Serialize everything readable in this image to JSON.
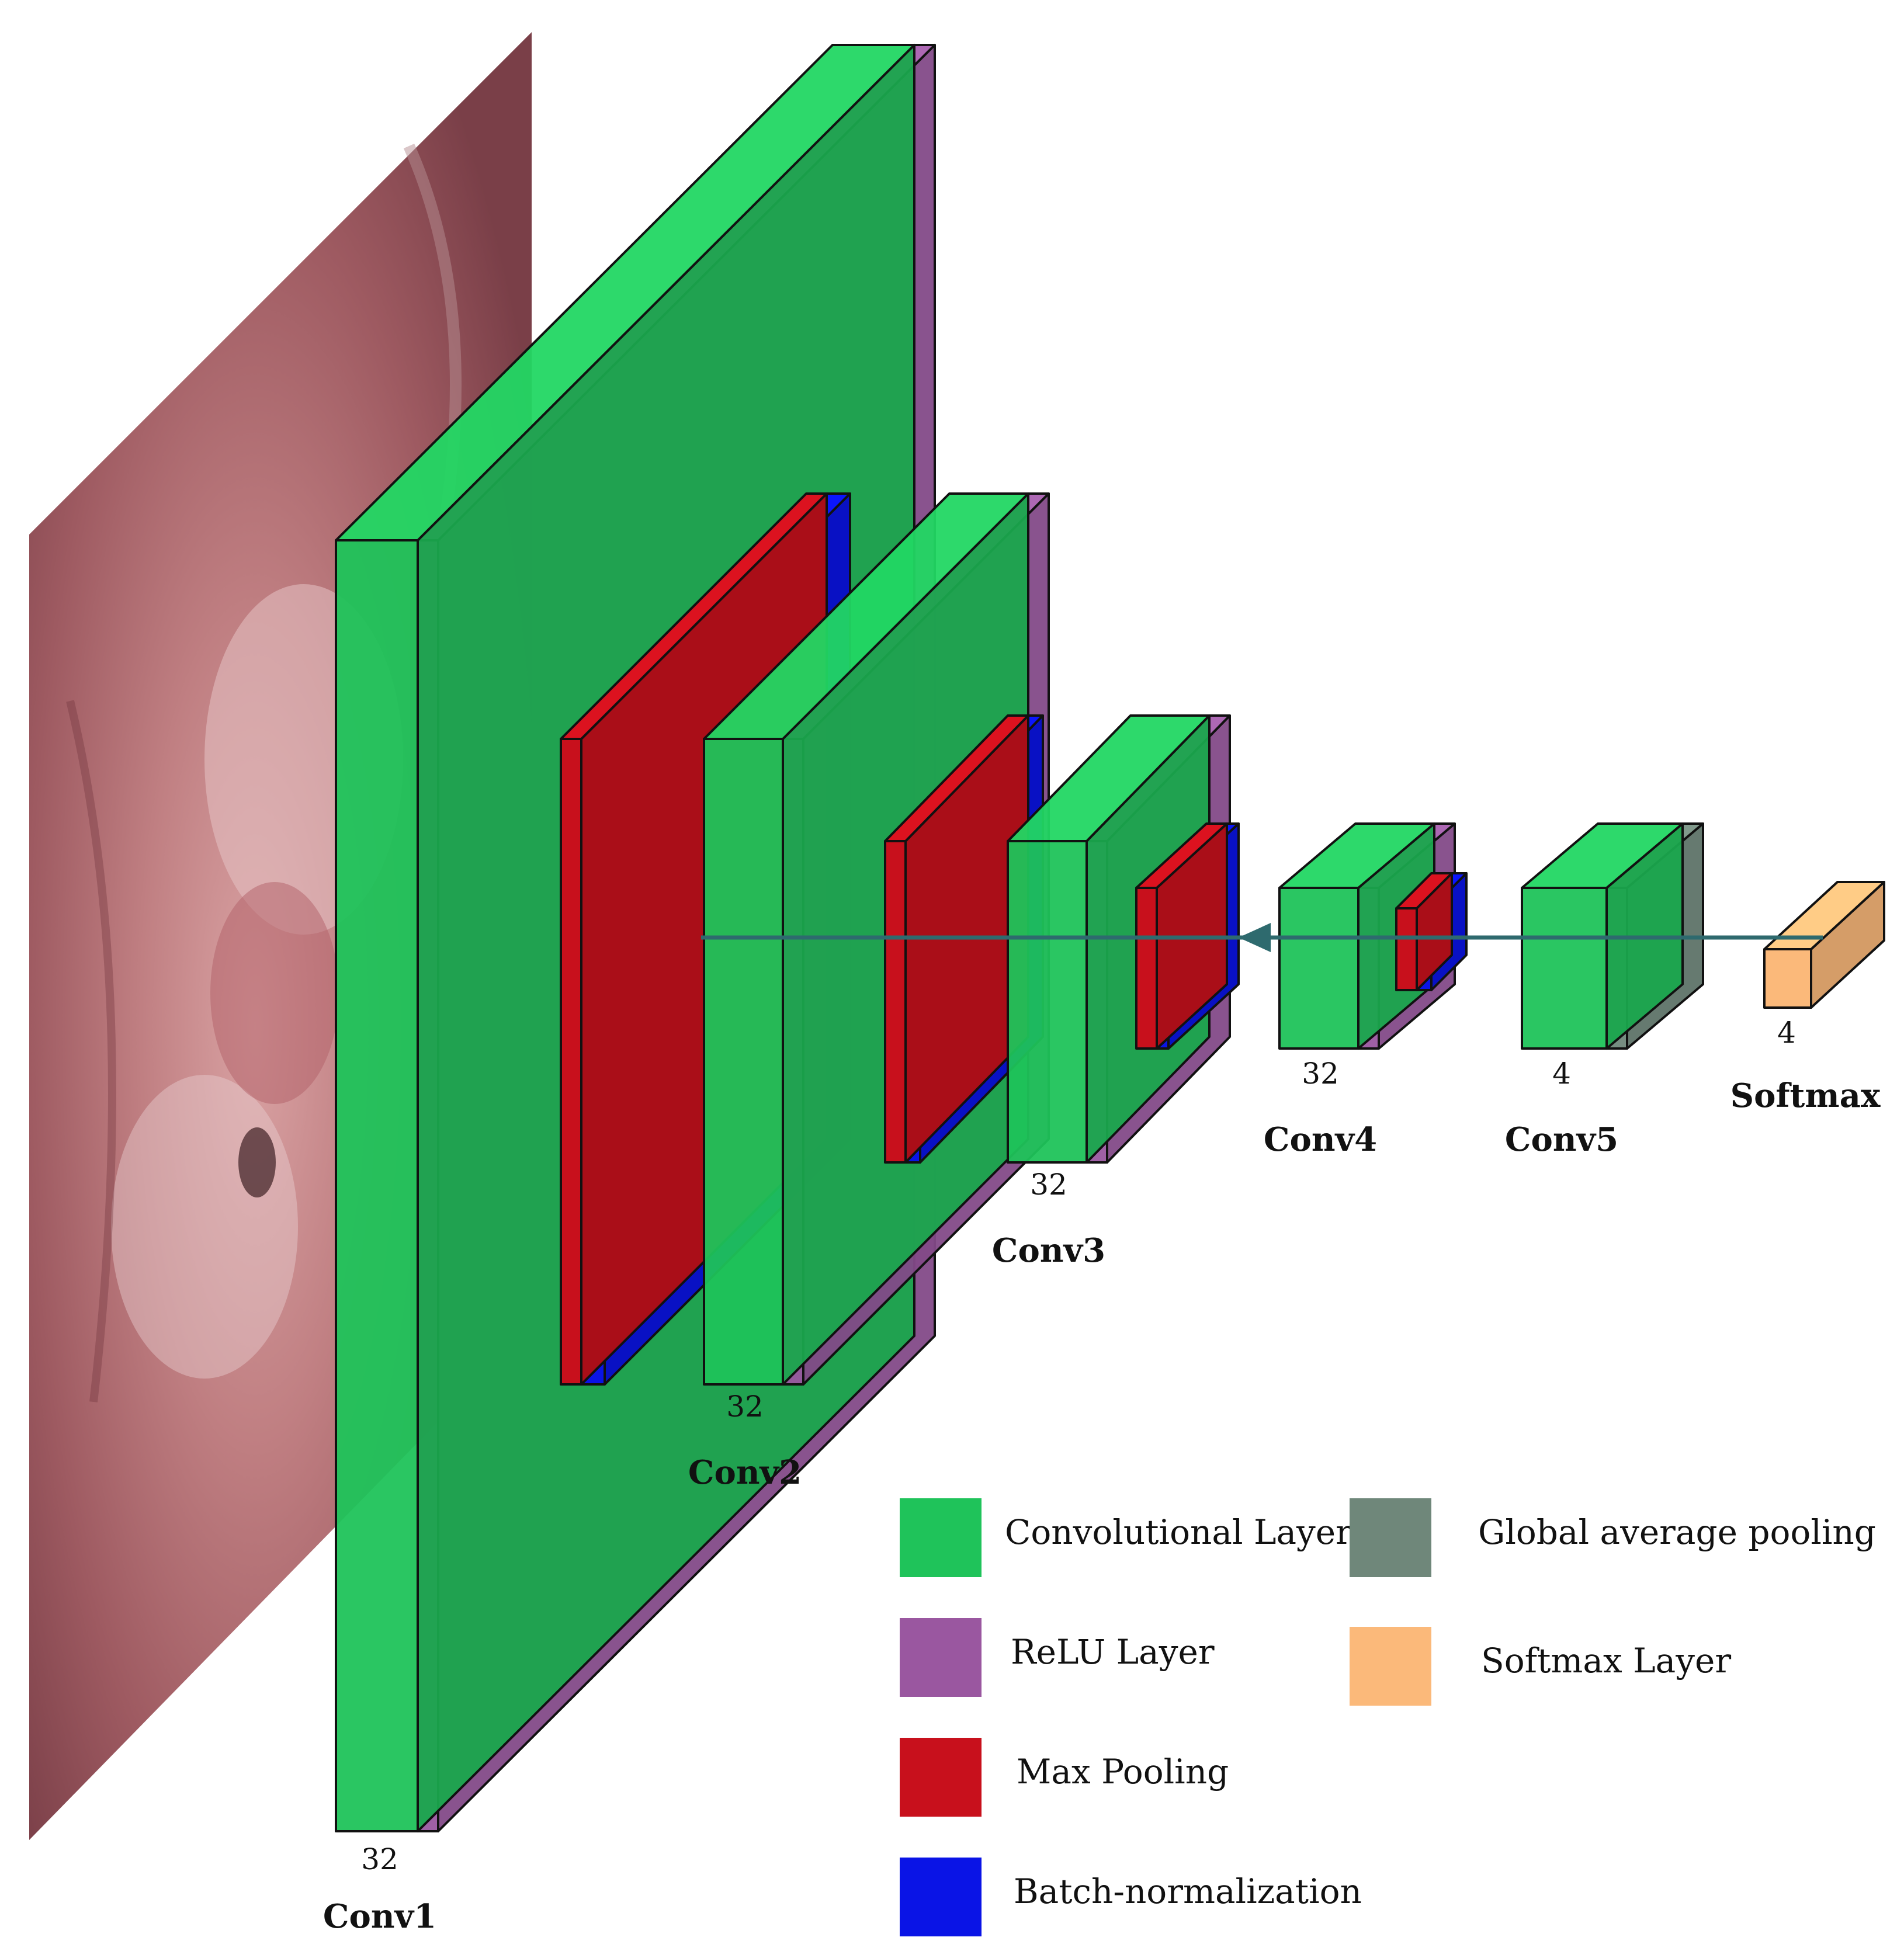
{
  "colors": {
    "conv": "#1fc35a",
    "relu": "#9a57a0",
    "maxpool": "#c8101c",
    "batchnorm": "#0a14e6",
    "gap": "#6f877a",
    "softmax": "#fbb97a",
    "arrow": "#2e6a6e",
    "edge": "#111111"
  },
  "input_image": "cervix-photo",
  "layers": [
    {
      "id": "conv1",
      "name": "Conv1",
      "filters": "32"
    },
    {
      "id": "conv2",
      "name": "Conv2",
      "filters": "32"
    },
    {
      "id": "conv3",
      "name": "Conv3",
      "filters": "32"
    },
    {
      "id": "conv4",
      "name": "Conv4",
      "filters": "32"
    },
    {
      "id": "conv5",
      "name": "Conv5",
      "filters": "4"
    },
    {
      "id": "softmax",
      "name": "Softmax",
      "filters": "4"
    }
  ],
  "legend": [
    {
      "label": "Convolutional Layer",
      "color_key": "conv"
    },
    {
      "label": "ReLU Layer",
      "color_key": "relu"
    },
    {
      "label": "Max Pooling",
      "color_key": "maxpool"
    },
    {
      "label": "Batch-normalization",
      "color_key": "batchnorm"
    },
    {
      "label": "Global average pooling",
      "color_key": "gap"
    },
    {
      "label": "Softmax Layer",
      "color_key": "softmax"
    }
  ]
}
